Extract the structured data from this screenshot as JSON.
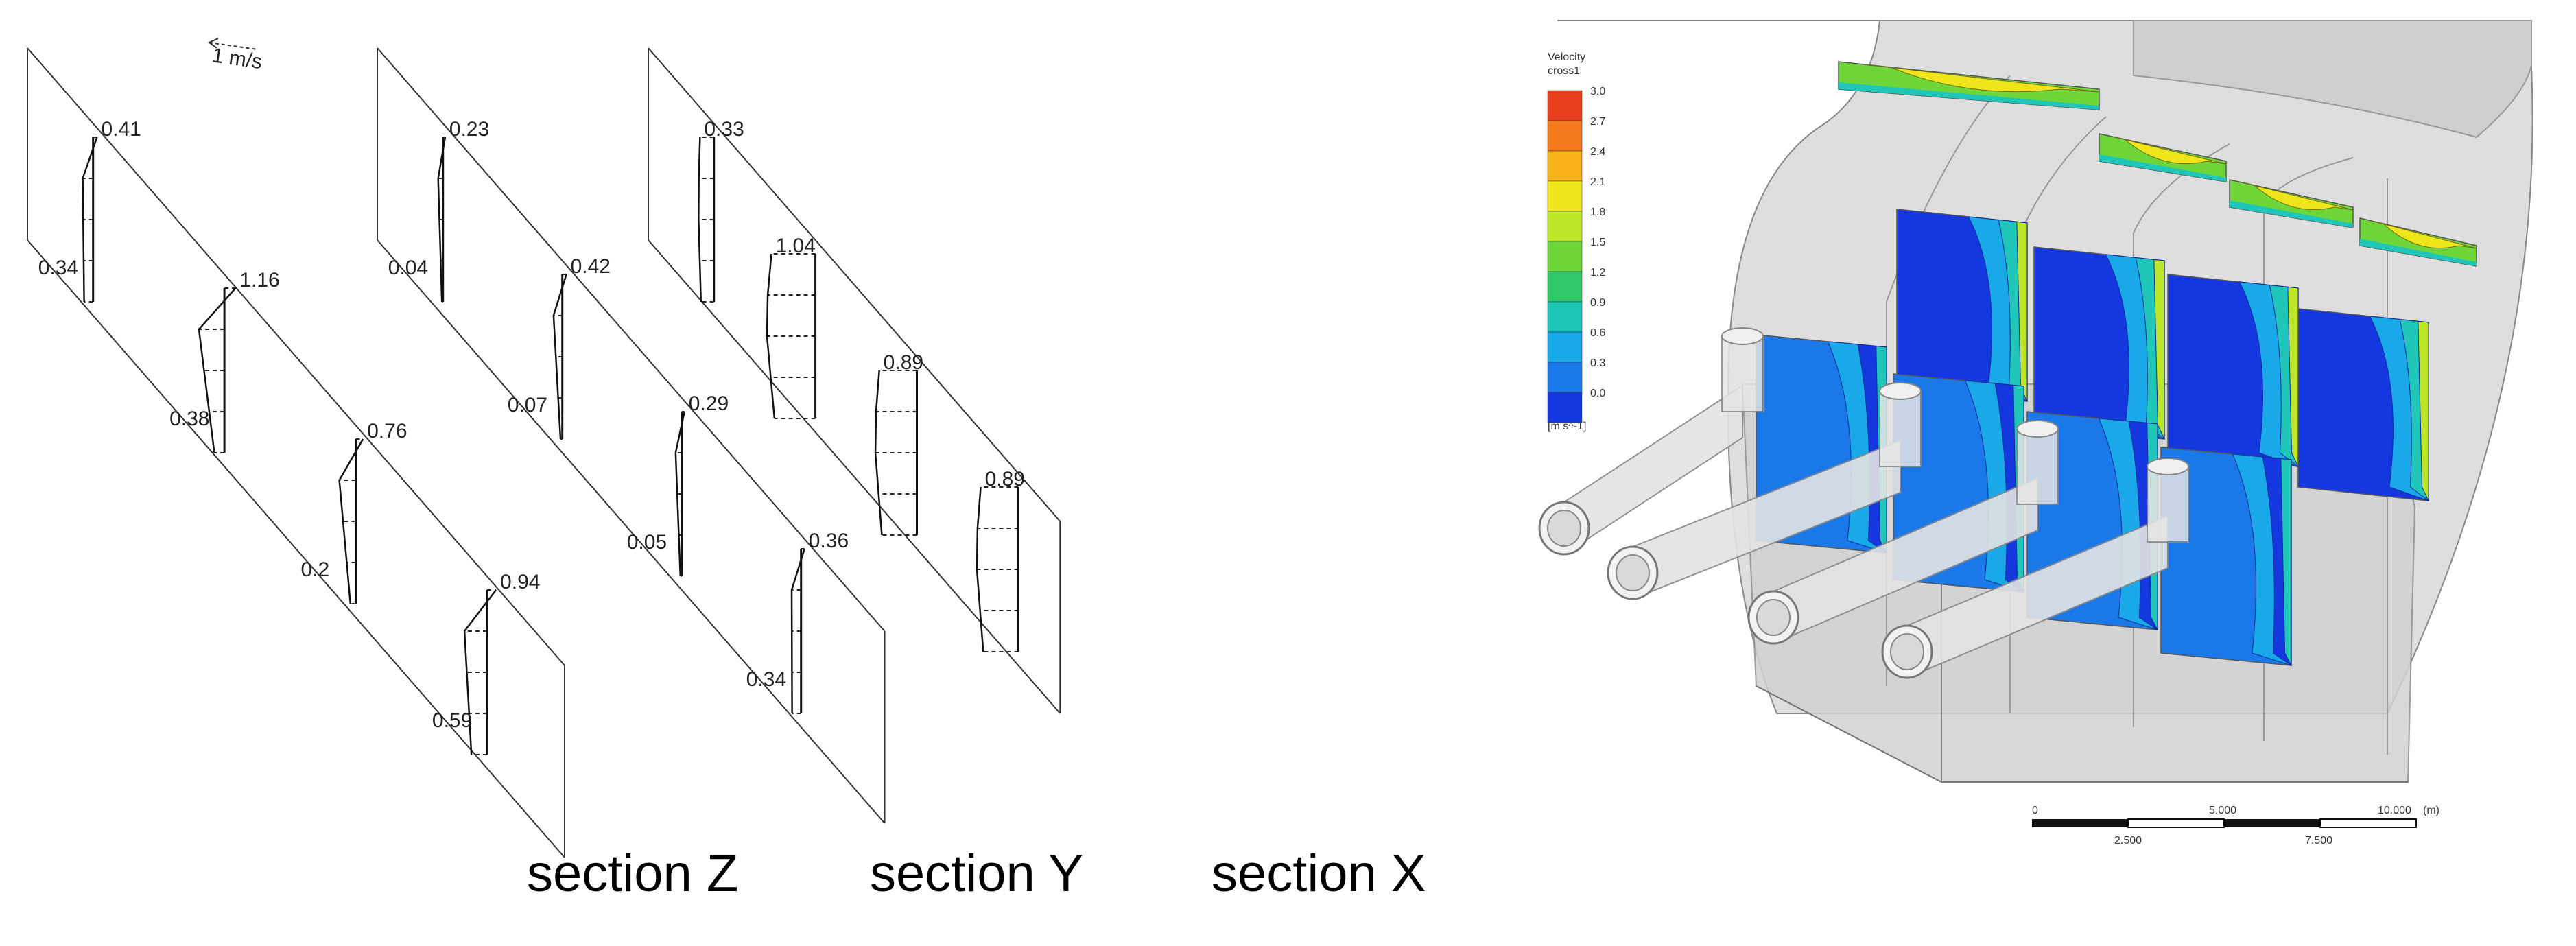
{
  "velocity_scale_label": "1 m/s",
  "section_labels": {
    "z": "section Z",
    "y": "section Y",
    "x": "section X"
  },
  "profiles": {
    "z": [
      {
        "top": "0.41",
        "bottom": "0.34"
      },
      {
        "top": "1.16",
        "bottom": "0.38"
      },
      {
        "top": "0.76",
        "bottom": "0.2"
      },
      {
        "top": "0.94",
        "bottom": "0.59"
      }
    ],
    "y": [
      {
        "top": "0.23",
        "bottom": "0.04"
      },
      {
        "top": "0.42",
        "bottom": "0.07"
      },
      {
        "top": "0.29",
        "bottom": "0.05"
      },
      {
        "top": "0.36",
        "bottom": "0.34"
      }
    ],
    "x": [
      {
        "top": "0.33"
      },
      {
        "top": "1.04"
      },
      {
        "top": "0.89"
      },
      {
        "top": "0.89"
      }
    ]
  },
  "legend": {
    "title_line1": "Velocity",
    "title_line2": "cross1",
    "ticks": [
      "3.0",
      "2.7",
      "2.4",
      "2.1",
      "1.8",
      "1.5",
      "1.2",
      "0.9",
      "0.6",
      "0.3",
      "0.0"
    ],
    "unit": "[m s^-1]",
    "colors": [
      "#e8401c",
      "#f47a1e",
      "#f7b21c",
      "#f0e41a",
      "#bde629",
      "#6fd63a",
      "#2fc768",
      "#20c6b8",
      "#19a8e8",
      "#1a78e8",
      "#1537e0"
    ]
  },
  "scale_bar": {
    "top_labels": [
      "0",
      "5.000",
      "10.000",
      "(m)"
    ],
    "bottom_labels": [
      "2.500",
      "7.500"
    ]
  }
}
